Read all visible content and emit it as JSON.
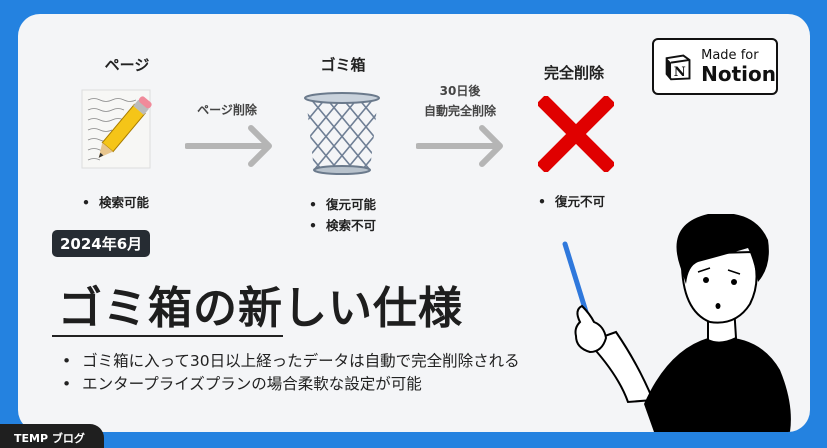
{
  "stages": [
    {
      "title": "ページ",
      "icon": "memo-pencil-icon",
      "bullets": [
        "検索可能"
      ]
    },
    {
      "title": "ゴミ箱",
      "icon": "wastebasket-icon",
      "bullets": [
        "復元可能",
        "検索不可"
      ]
    },
    {
      "title": "完全削除",
      "icon": "red-cross-icon",
      "bullets": [
        "復元不可"
      ]
    }
  ],
  "arrows": [
    {
      "label_line1": "ページ削除",
      "label_line2": ""
    },
    {
      "label_line1": "30日後",
      "label_line2": "自動完全削除"
    }
  ],
  "badge": {
    "made_for": "Made for",
    "notion": "Notion"
  },
  "date_badge": "2024年6月",
  "headline": "ゴミ箱の新しい仕様",
  "bullets": [
    "ゴミ箱に入って30日以上経ったデータは自動で完全削除される",
    "エンタープライズプランの場合柔軟な設定が可能"
  ],
  "footer": {
    "brand": "TEMP ブログ"
  },
  "colors": {
    "frame_blue": "#2482e0",
    "card_bg": "#f4f5f7",
    "cross_red": "#e00000",
    "arrow_gray": "#b5b5b5",
    "pointer_blue": "#2f78dc"
  }
}
